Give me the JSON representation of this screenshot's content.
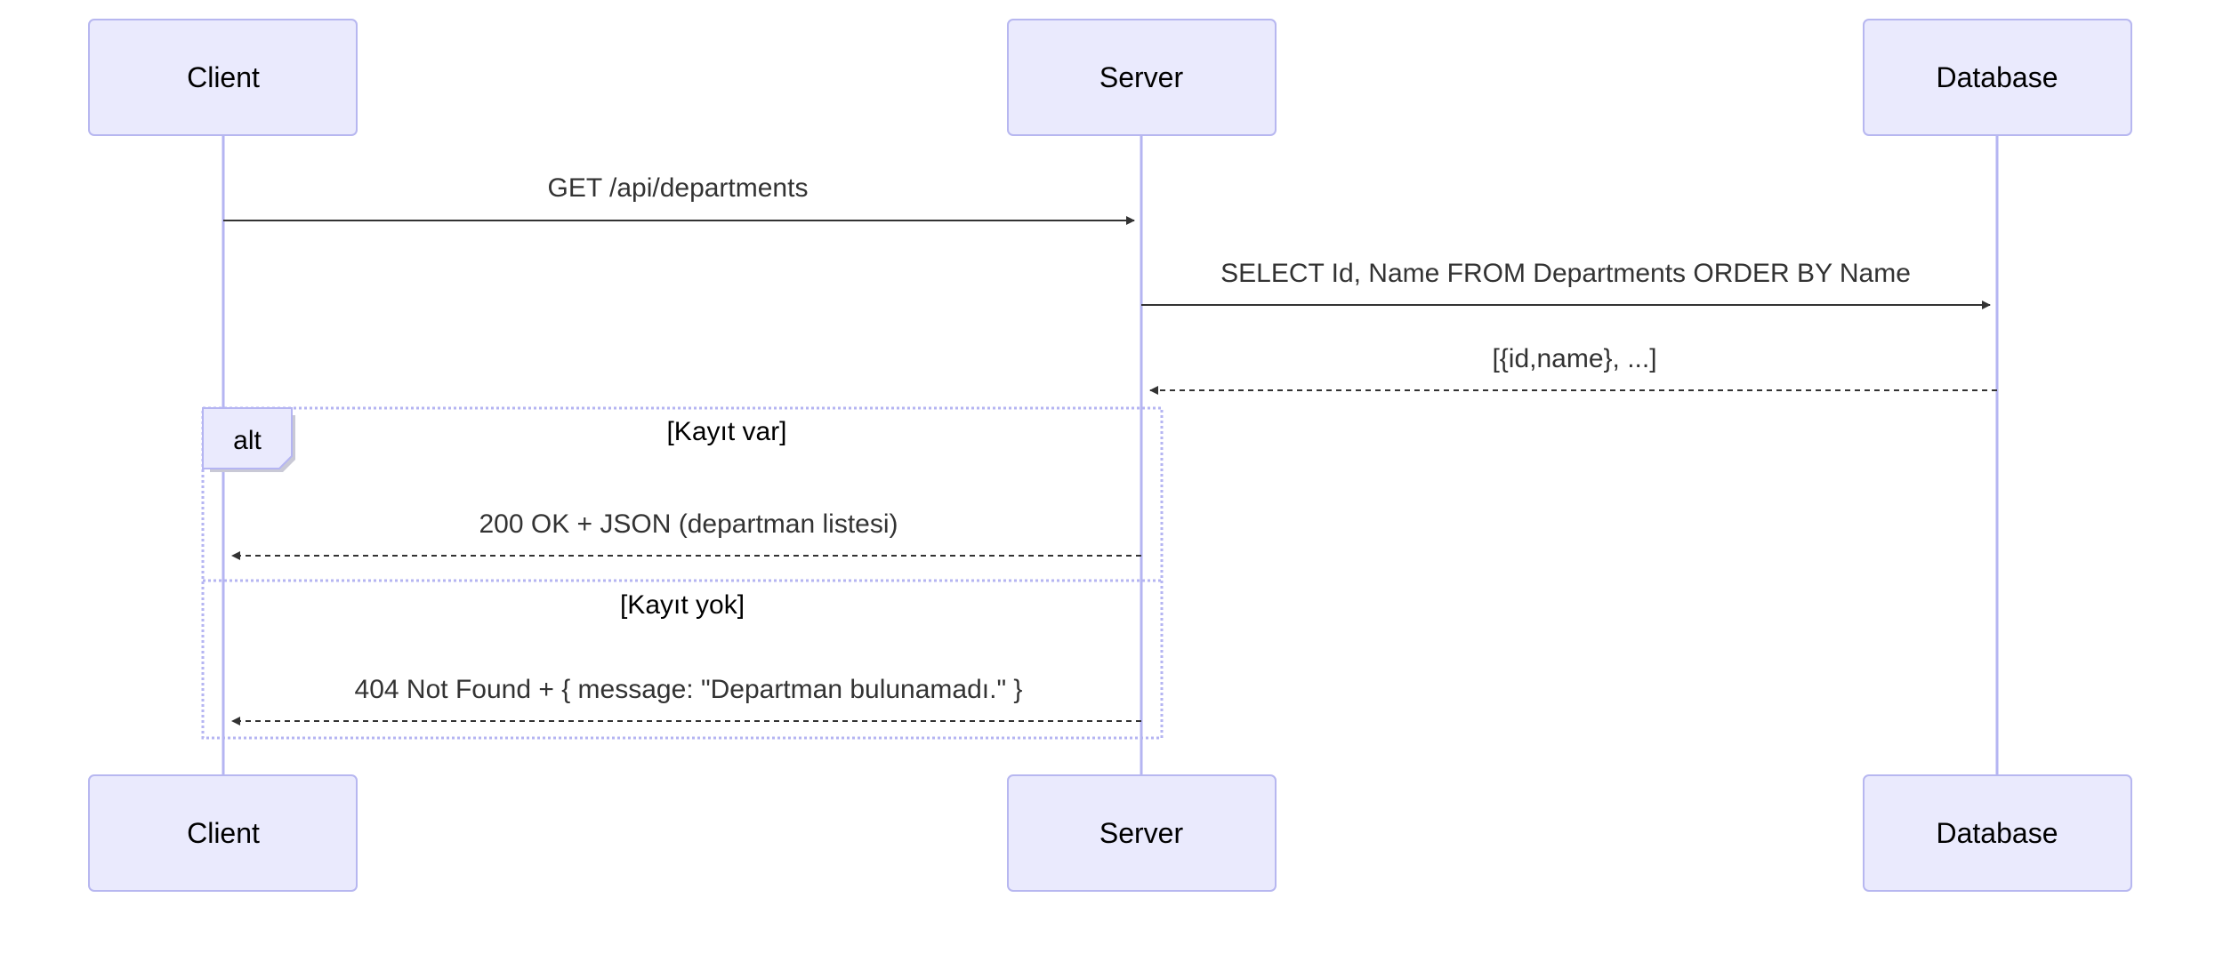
{
  "participants": [
    {
      "id": "client",
      "label": "Client"
    },
    {
      "id": "server",
      "label": "Server"
    },
    {
      "id": "database",
      "label": "Database"
    }
  ],
  "messages": [
    {
      "from": "client",
      "to": "server",
      "text": "GET /api/departments",
      "style": "solid"
    },
    {
      "from": "server",
      "to": "database",
      "text": "SELECT Id, Name FROM Departments ORDER BY Name",
      "style": "solid"
    },
    {
      "from": "database",
      "to": "server",
      "text": "[{id,name}, ...]",
      "style": "dashed"
    },
    {
      "from": "server",
      "to": "client",
      "text": "200 OK + JSON (departman listesi)",
      "style": "dashed"
    },
    {
      "from": "server",
      "to": "client",
      "text": "404 Not Found + { message: \"Departman bulunamadı.\" }",
      "style": "dashed"
    }
  ],
  "alt_block": {
    "label": "alt",
    "conditions": [
      "[Kayıt var]",
      "[Kayıt yok]"
    ]
  },
  "colors": {
    "actor_fill": "#eaeafd",
    "actor_stroke": "#b7b7f0",
    "lifeline": "#b5b5f2",
    "message": "#333333"
  }
}
